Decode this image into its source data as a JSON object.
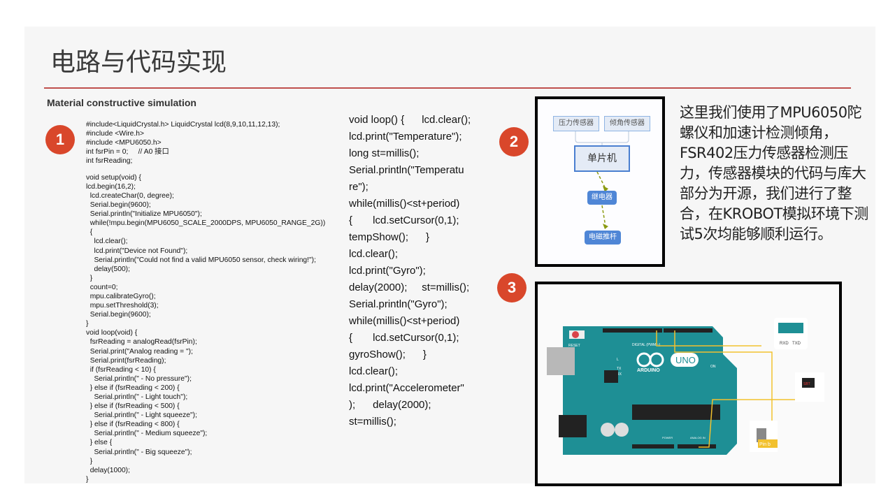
{
  "title": "电路与代码实现",
  "subtitle": "Material constructive simulation",
  "badges": [
    "1",
    "2",
    "3"
  ],
  "code_left": [
    "#include<LiquidCrystal.h> LiquidCrystal lcd(8,9,10,11,12,13);",
    "#include <Wire.h>",
    "#include <MPU6050.h>",
    "int fsrPin = 0;     // A0 接口",
    "int fsrReading;",
    "",
    "void setup(void) {",
    "lcd.begin(16,2);",
    "  lcd.createChar(0, degree);",
    "  Serial.begin(9600);",
    "  Serial.println(\"Initialize MPU6050\");",
    "  while(!mpu.begin(MPU6050_SCALE_2000DPS, MPU6050_RANGE_2G))",
    "  {",
    "    lcd.clear();",
    "    lcd.print(\"Device not Found\");",
    "    Serial.println(\"Could not find a valid MPU6050 sensor, check wiring!\");",
    "    delay(500);",
    "  }",
    "  count=0;",
    "  mpu.calibrateGyro();",
    "  mpu.setThreshold(3);",
    "  Serial.begin(9600);",
    "}",
    "void loop(void) {",
    "  fsrReading = analogRead(fsrPin);",
    "  Serial.print(\"Analog reading = \");",
    "  Serial.print(fsrReading);",
    "  if (fsrReading < 10) {",
    "    Serial.println(\" - No pressure\");",
    "  } else if (fsrReading < 200) {",
    "    Serial.println(\" - Light touch\");",
    "  } else if (fsrReading < 500) {",
    "    Serial.println(\" - Light squeeze\");",
    "  } else if (fsrReading < 800) {",
    "    Serial.println(\" - Medium squeeze\");",
    "  } else {",
    "    Serial.println(\" - Big squeeze\");",
    "  }",
    "  delay(1000);",
    "}"
  ],
  "code_right": [
    "void loop() {      lcd.clear();",
    "lcd.print(\"Temperature\");",
    "long st=millis();",
    "Serial.println(\"Temperatu",
    "re\");",
    "while(millis()<st+period)",
    "{       lcd.setCursor(0,1);",
    "tempShow();      }",
    "lcd.clear();",
    "lcd.print(\"Gyro\");",
    "delay(2000);     st=millis();",
    "Serial.println(\"Gyro\");",
    "while(millis()<st+period)",
    "{       lcd.setCursor(0,1);",
    "gyroShow();      }",
    "lcd.clear();",
    "lcd.print(\"Accelerometer\"",
    ");      delay(2000);",
    "st=millis();"
  ],
  "diagram": {
    "pressure_sensor": "压力传感器",
    "tilt_sensor": "倾角传感器",
    "mcu": "单片机",
    "relay": "继电器",
    "actuator": "电磁推杆"
  },
  "description": "这里我们使用了MPU6050陀螺仪和加速计检测倾角，FSR402压力传感器检测压力，传感器模块的代码与库大部分为开源，我们进行了整合，在KROBOT模拟环境下测试5次均能够顺利运行。",
  "board": {
    "reset": "RESET",
    "brand": "ARDUINO",
    "model": "UNO",
    "on": "ON",
    "digital": "DIGITAL (PWM ~)",
    "power": "POWER",
    "analog": "ANALOG IN",
    "rxd": "RXD",
    "txd": "TXD",
    "pin_label": "Pin b",
    "sensor_label": "SBT",
    "tx": "TX",
    "rx": "RX",
    "l": "L"
  },
  "colors": {
    "accent": "#c0504d",
    "badge": "#d9472b",
    "board": "#1e8f95",
    "wire": "#f2c12e"
  }
}
